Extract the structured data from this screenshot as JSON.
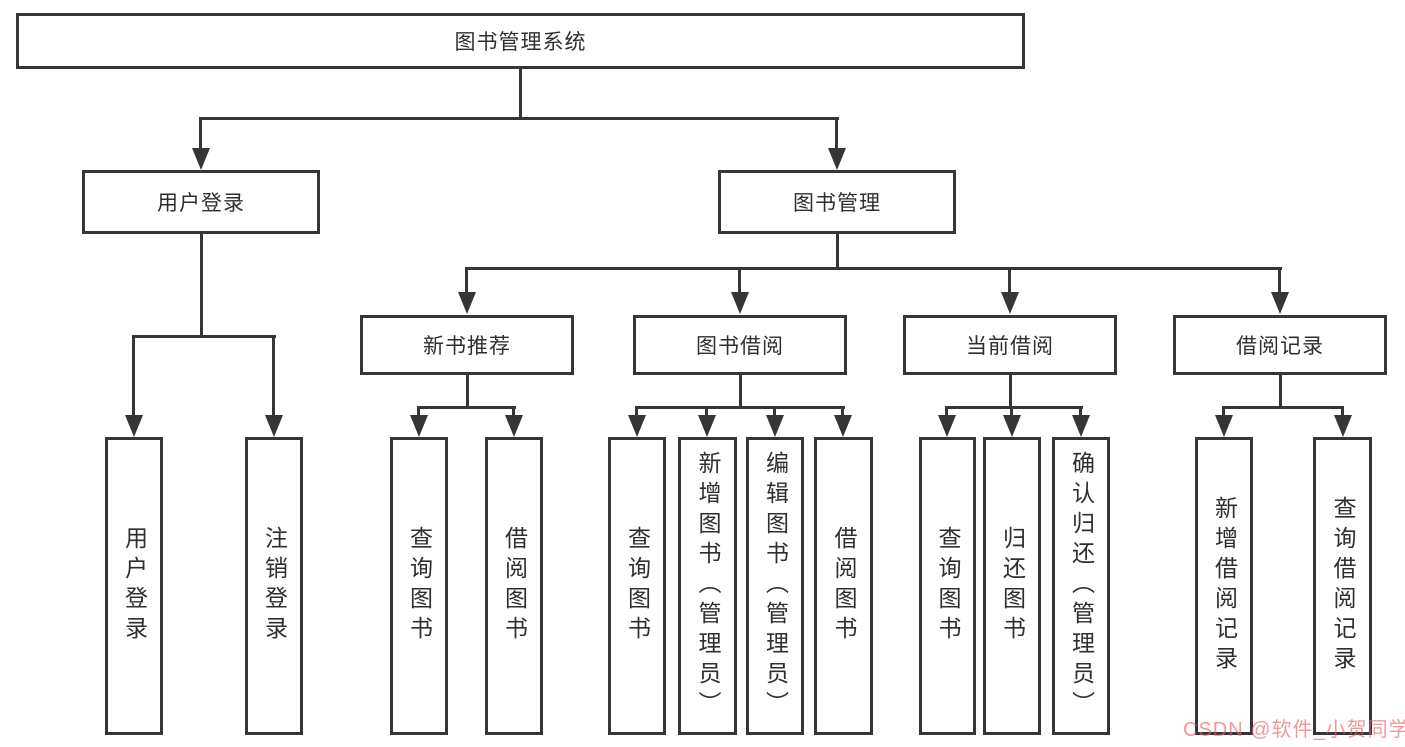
{
  "tree": {
    "label": "图书管理系统",
    "children": [
      {
        "label": "用户登录",
        "children": [
          {
            "label": "用户登录"
          },
          {
            "label": "注销登录"
          }
        ]
      },
      {
        "label": "图书管理",
        "children": [
          {
            "label": "新书推荐",
            "children": [
              {
                "label": "查询图书"
              },
              {
                "label": "借阅图书"
              }
            ]
          },
          {
            "label": "图书借阅",
            "children": [
              {
                "label": "查询图书"
              },
              {
                "label": "新增图书（管理员）"
              },
              {
                "label": "编辑图书（管理员）"
              },
              {
                "label": "借阅图书"
              }
            ]
          },
          {
            "label": "当前借阅",
            "children": [
              {
                "label": "查询图书"
              },
              {
                "label": "归还图书"
              },
              {
                "label": "确认归还（管理员）"
              }
            ]
          },
          {
            "label": "借阅记录",
            "children": [
              {
                "label": "新增借阅记录"
              },
              {
                "label": "查询借阅记录"
              }
            ]
          }
        ]
      }
    ]
  },
  "watermark": {
    "text": "CSDN @软件_小贺同学"
  },
  "colors": {
    "line": "#363636",
    "background": "#ffffff",
    "watermark": "#f05f5f"
  }
}
